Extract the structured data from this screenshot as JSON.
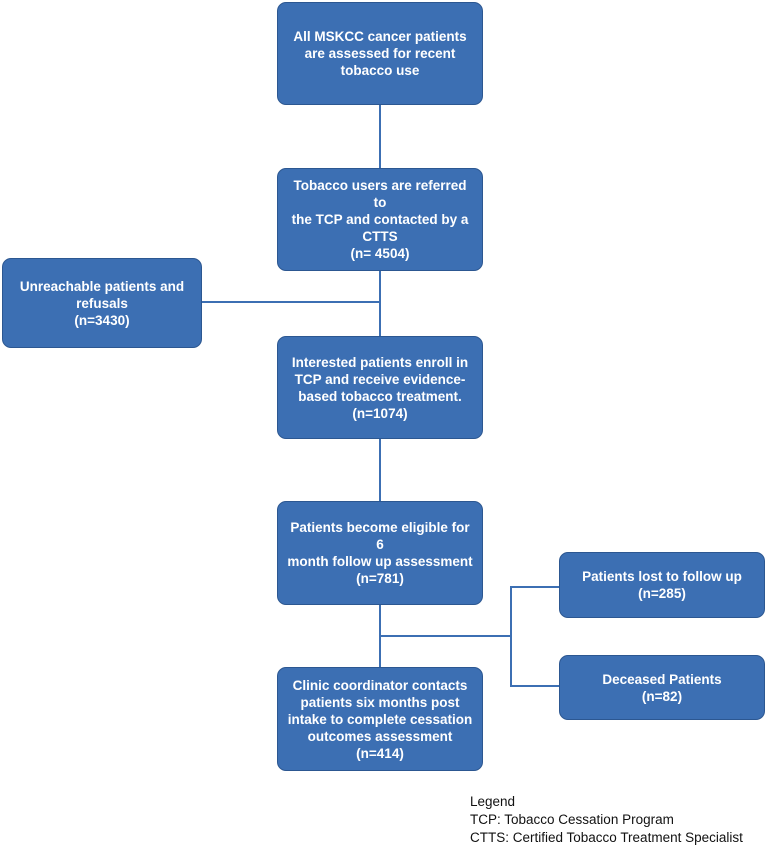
{
  "colors": {
    "box_fill": "#3c6fb3",
    "connector": "#3c6fb3",
    "text": "#ffffff"
  },
  "boxes": {
    "assessed": {
      "lines": [
        "All MSKCC cancer patients",
        "are assessed for  recent",
        "tobacco use"
      ]
    },
    "referred": {
      "lines": [
        "Tobacco users are referred to",
        "the TCP and contacted by a",
        "CTTS",
        "(n= 4504)"
      ]
    },
    "unreachable": {
      "lines": [
        "Unreachable patients and",
        "refusals",
        "(n=3430)"
      ]
    },
    "enrolled": {
      "lines": [
        "Interested patients enroll in",
        "TCP and receive evidence-",
        "based tobacco treatment.",
        "(n=1074)"
      ]
    },
    "eligible": {
      "lines": [
        "Patients become eligible for 6",
        "month follow up assessment",
        "(n=781)"
      ]
    },
    "lost": {
      "lines": [
        "Patients lost to follow up",
        "(n=285)"
      ]
    },
    "deceased": {
      "lines": [
        "Deceased Patients",
        "(n=82)"
      ]
    },
    "coordinator": {
      "lines": [
        "Clinic coordinator contacts",
        "patients six months post",
        "intake to complete cessation",
        "outcomes assessment",
        "(n=414)"
      ]
    }
  },
  "legend": {
    "title": "Legend",
    "items": [
      "TCP: Tobacco Cessation Program",
      "CTTS: Certified Tobacco Treatment Specialist"
    ]
  }
}
